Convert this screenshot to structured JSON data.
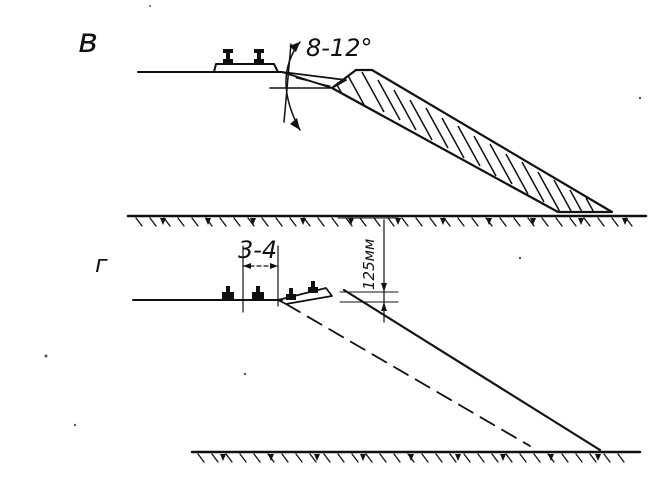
{
  "figures": [
    {
      "id": "v",
      "label": "в",
      "angle_label": "8-12°"
    },
    {
      "id": "g",
      "label": "г",
      "gap_label": "3-4",
      "height_label": "125мм"
    }
  ],
  "colors": {
    "ink": "#111111",
    "background": "#ffffff"
  }
}
